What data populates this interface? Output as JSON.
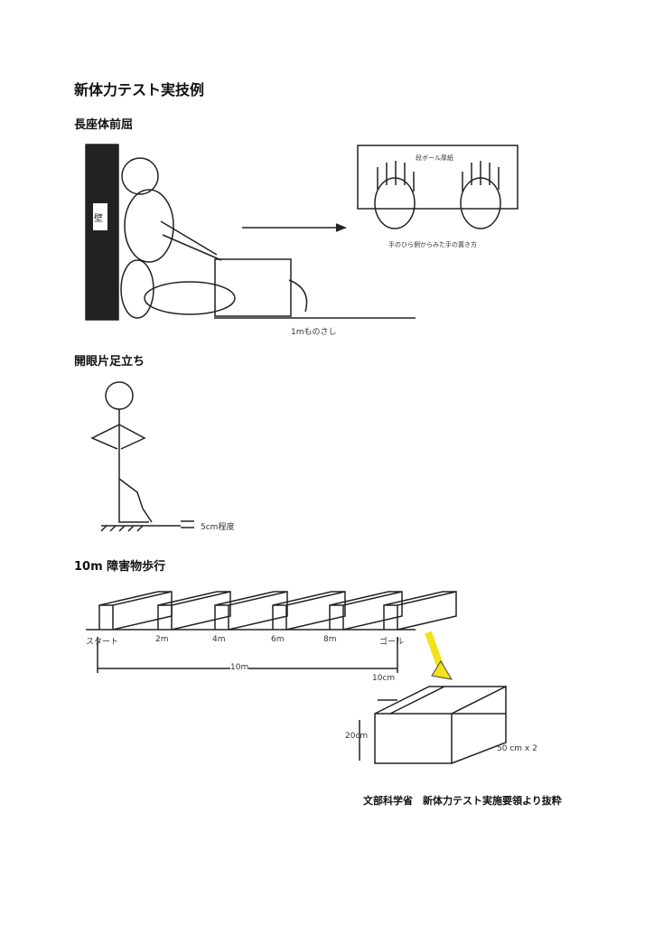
{
  "title": "新体力テスト実技例",
  "sections": [
    {
      "heading": "長座体前屈",
      "wall": "壁",
      "board": "段ボール厚紙",
      "hands_caption": "手のひら側からみた手の置き方",
      "ruler": "1mものさし"
    },
    {
      "heading": "開眼片足立ち",
      "height": "5cm程度"
    },
    {
      "heading": "10m 障害物歩行",
      "ticks": [
        "スタート",
        "2m",
        "4m",
        "6m",
        "8m",
        "ゴール"
      ],
      "distance": "10m",
      "width": "10cm",
      "height": "20cm",
      "length": "50 cm x 2"
    }
  ],
  "source": "文部科学省　新体力テスト実施要領より抜粋",
  "colors": {
    "arrow": "#f2e21a"
  }
}
